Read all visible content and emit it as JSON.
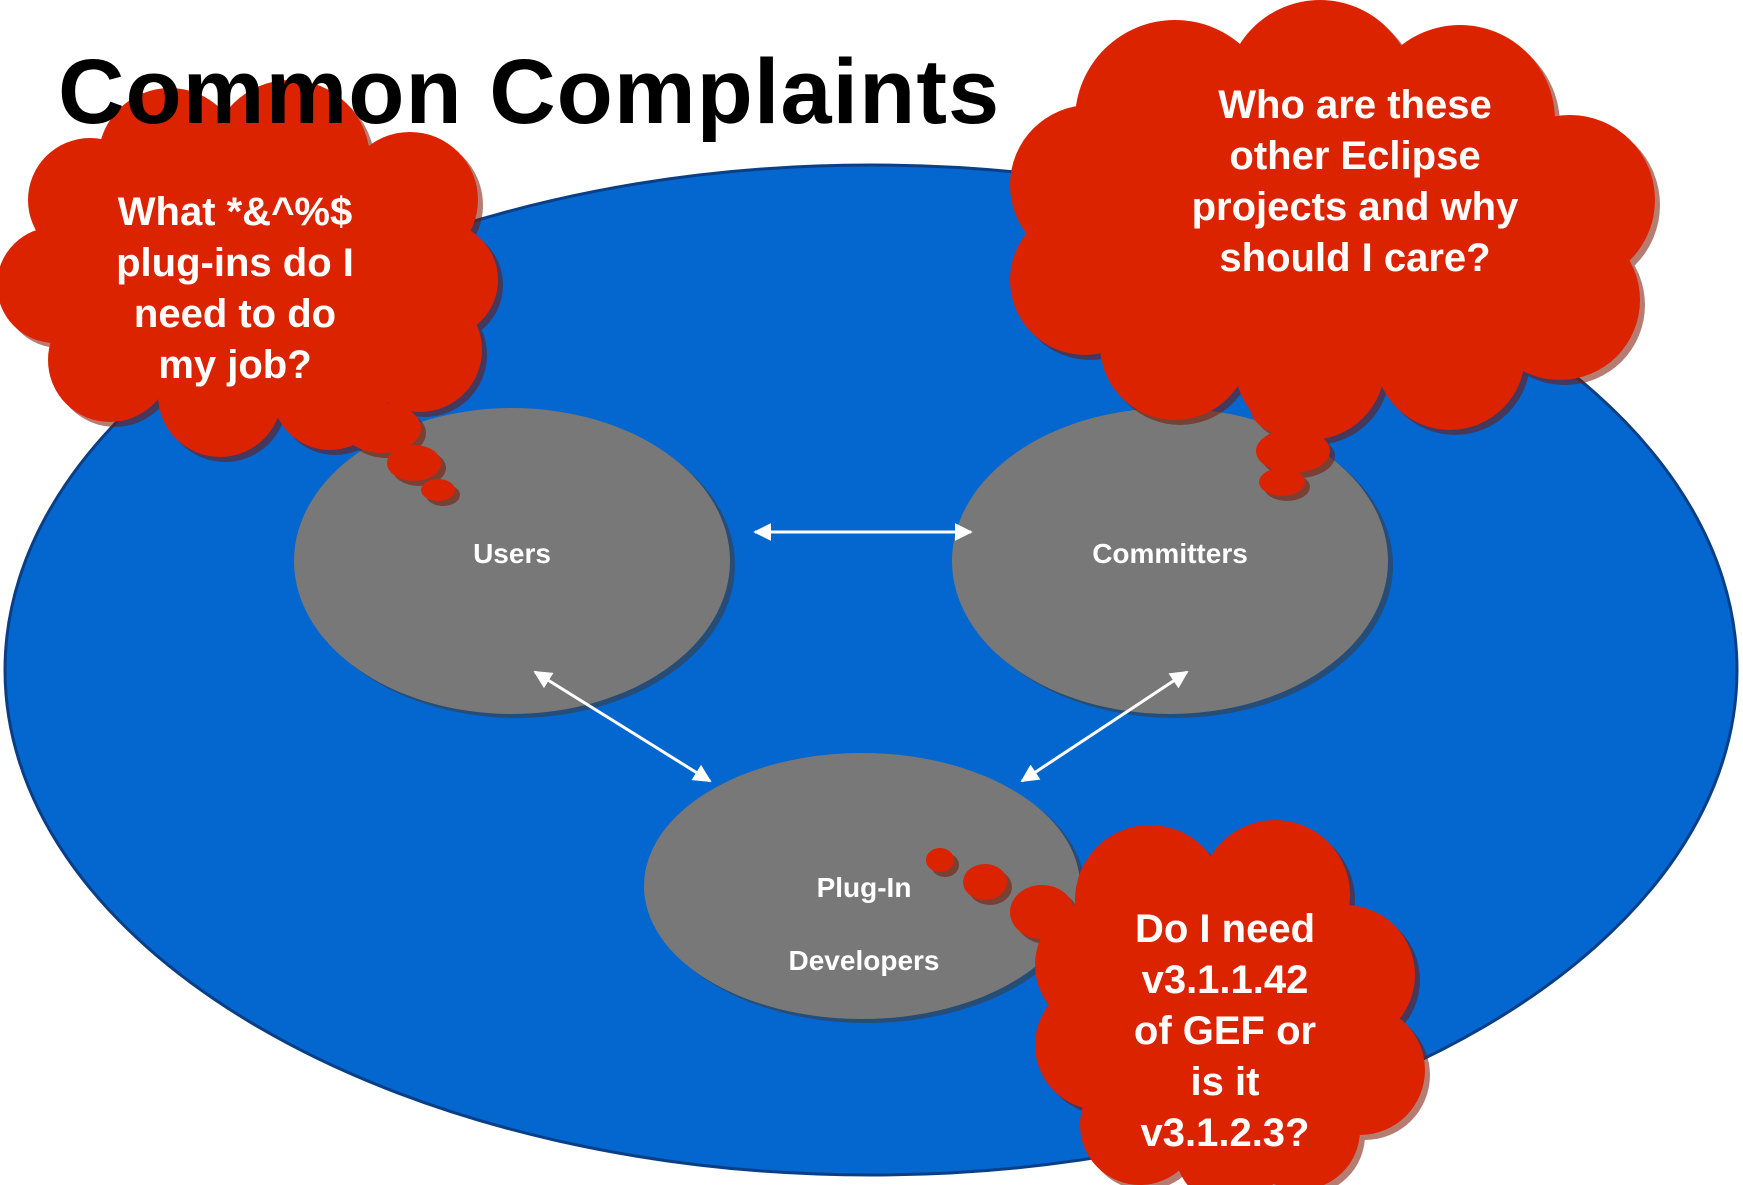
{
  "title": "Common Complaints",
  "colors": {
    "community_ellipse": "#0466cf",
    "group_ellipse": "#787878",
    "cloud": "#dc2300",
    "arrow": "#ffffff"
  },
  "nodes": {
    "users": "Users",
    "committers": "Committers",
    "plugin_developers_line1": "Plug-In",
    "plugin_developers_line2": "Developers"
  },
  "clouds": {
    "users": [
      "What *&^%$",
      "plug-ins do I",
      "need to do",
      "my job?"
    ],
    "committers": [
      "Who are these",
      "other Eclipse",
      "projects and why",
      "should I care?"
    ],
    "plugin_developers": [
      "Do I need",
      "v3.1.1.42",
      "of GEF or",
      "is it",
      "v3.1.2.3?"
    ]
  }
}
